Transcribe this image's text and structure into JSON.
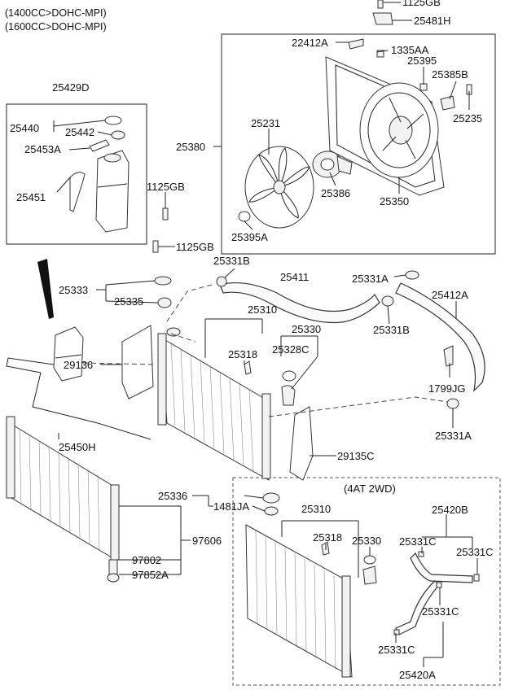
{
  "header": {
    "line1": "(1400CC>DOHC-MPI)",
    "line2": "(1600CC>DOHC-MPI)"
  },
  "sub_box_title": "(4AT 2WD)",
  "labels": {
    "p1125GB_top": "1125GB",
    "p25481H": "25481H",
    "p22412A": "22412A",
    "p1335AA": "1335AA",
    "p25395": "25395",
    "p25385B": "25385B",
    "p25235": "25235",
    "p25231": "25231",
    "p25380": "25380",
    "p25386": "25386",
    "p25350": "25350",
    "p25395A": "25395A",
    "p25429D": "25429D",
    "p25440": "25440",
    "p25442": "25442",
    "p25453A": "25453A",
    "p25451": "25451",
    "p1125GB_a": "1125GB",
    "p1125GB_b": "1125GB",
    "p25331B_a": "25331B",
    "p25411": "25411",
    "p25331A_a": "25331A",
    "p25412A": "25412A",
    "p25333": "25333",
    "p25335": "25335",
    "p25310": "25310",
    "p25330": "25330",
    "p25331B_b": "25331B",
    "p25318": "25318",
    "p25328C": "25328C",
    "p29136": "29136",
    "p1799JG": "1799JG",
    "p25331A_b": "25331A",
    "p25450H": "25450H",
    "p29135C": "29135C",
    "p25336": "25336",
    "p1481JA": "1481JA",
    "p97606": "97606",
    "p97802": "97802",
    "p97852A": "97852A",
    "s25310": "25310",
    "s25420B": "25420B",
    "s25318": "25318",
    "s25330": "25330",
    "s25331C_a": "25331C",
    "s25331C_b": "25331C",
    "s25331C_c": "25331C",
    "s25331C_d": "25331C",
    "s25420A": "25420A"
  }
}
